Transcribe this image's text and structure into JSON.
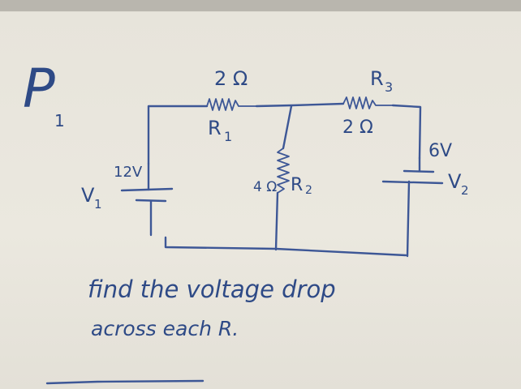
{
  "problem": {
    "number_label": "P",
    "number_sub": "1"
  },
  "circuit": {
    "r1": {
      "value": "2 Ω",
      "name": "R",
      "sub": "1"
    },
    "r2": {
      "value": "4 Ω",
      "name": "R",
      "sub": "2"
    },
    "r3": {
      "value": "2 Ω",
      "name": "R",
      "sub": "3"
    },
    "v1": {
      "value": "12V",
      "name": "V",
      "sub": "1"
    },
    "v2": {
      "value": "6V",
      "name": "V",
      "sub": "2"
    }
  },
  "instructions": {
    "line1": "find the voltage drop",
    "line2": "across each R."
  },
  "colors": {
    "ink": "#2e4a86",
    "board": "#ebe8df"
  }
}
